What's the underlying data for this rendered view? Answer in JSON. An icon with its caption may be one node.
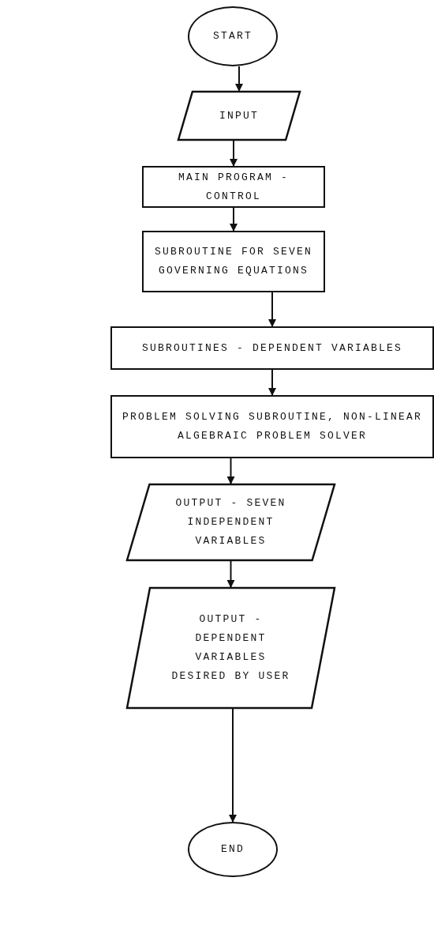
{
  "diagram": {
    "nodes": [
      {
        "text": [
          "START"
        ]
      },
      {
        "text": [
          "INPUT"
        ]
      },
      {
        "text": [
          "MAIN PROGRAM - CONTROL"
        ]
      },
      {
        "text": [
          "SUBROUTINE FOR SEVEN GOVERNING EQUATIONS"
        ]
      },
      {
        "text": [
          "SUBROUTINES - DEPENDENT VARIABLES"
        ]
      },
      {
        "text": [
          "PROBLEM SOLVING SUBROUTINE, NON-LINEAR ALGEBRAIC PROBLEM SOLVER"
        ]
      },
      {
        "text": [
          "OUTPUT - SEVEN INDEPENDENT VARIABLES"
        ]
      },
      {
        "text": [
          "OUTPUT - DEPENDENT VARIABLES DESIRED BY USER"
        ]
      },
      {
        "text": [
          "END"
        ]
      }
    ],
    "edges": [
      {
        "from": 0,
        "to": 1,
        "arrow": "to"
      },
      {
        "from": 1,
        "to": 2,
        "arrow": "to"
      },
      {
        "from": 2,
        "to": 3,
        "arrow": "to"
      },
      {
        "from": 3,
        "to": 4,
        "arrow": "to"
      },
      {
        "from": 4,
        "to": 5,
        "arrow": "to"
      },
      {
        "from": 5,
        "to": 6,
        "arrow": "to"
      },
      {
        "from": 6,
        "to": 7,
        "arrow": "to"
      },
      {
        "from": 7,
        "to": 8,
        "arrow": "to"
      }
    ]
  }
}
